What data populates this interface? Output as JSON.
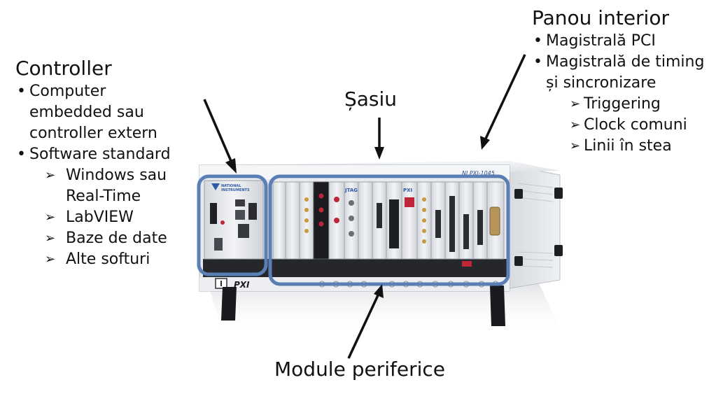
{
  "controller": {
    "title": "Controller",
    "items": [
      {
        "label": "Computer"
      },
      {
        "label": "embedded sau"
      },
      {
        "label": "controller extern"
      },
      {
        "label": "Software standard"
      }
    ],
    "software": [
      "Windows sau",
      "Real-Time",
      "LabVIEW",
      "Baze de date",
      "Alte softuri"
    ]
  },
  "sasiu": {
    "title": "Șasiu"
  },
  "panou": {
    "title": "Panou interior",
    "items": [
      "Magistrală PCI",
      "Magistrală de timing",
      "și sincronizare"
    ],
    "sub_items": [
      "Triggering",
      "Clock comuni",
      "Linii în stea"
    ]
  },
  "module": {
    "title": "Module periferice"
  },
  "device": {
    "brand_line1": "NATIONAL",
    "brand_line2": "INSTRUMENTS",
    "model": "NI PXI-1045",
    "pxi_label": "PXI",
    "jtag_label": "JTAG",
    "pxi_card_label": "PXI"
  },
  "colors": {
    "highlight_blue": "#5a7fb5",
    "chassis_light": "#e4e6ea",
    "chassis_dark": "#2a2d33",
    "card_gold": "#c99a3b",
    "card_red": "#c0263a"
  }
}
